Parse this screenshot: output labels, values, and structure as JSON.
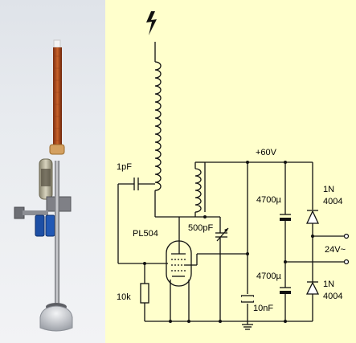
{
  "labels": {
    "cap_in": "1pF",
    "supply": "+60V",
    "tube": "PL504",
    "tune_cap": "500pF",
    "cap_top": "4700µ",
    "cap_bottom": "4700µ",
    "diode_top_1": "1N",
    "diode_top_2": "4004",
    "diode_bottom_1": "1N",
    "diode_bottom_2": "4004",
    "ac_input": "24V~",
    "resistor": "10k",
    "bypass_cap": "10nF"
  },
  "colors": {
    "schematic_bg": "#ffffcc",
    "photo_bg": "#e4e7ec",
    "copper_coil": "#b8521f",
    "wire": "#111111"
  }
}
